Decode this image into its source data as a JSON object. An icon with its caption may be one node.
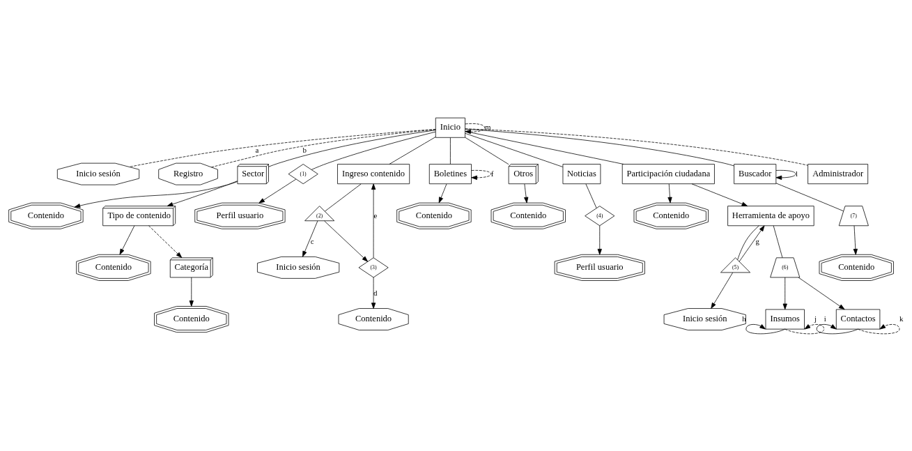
{
  "diagram": {
    "nodes": [
      {
        "text": [
          "Inicio"
        ]
      },
      {
        "text": [
          "Inicio sesión"
        ]
      },
      {
        "text": [
          "Registro"
        ]
      },
      {
        "text": [
          "Sector"
        ]
      },
      {
        "text": [
          "(1)"
        ]
      },
      {
        "text": [
          "Perfil usuario"
        ]
      },
      {
        "text": [
          "Ingreso contenido"
        ]
      },
      {
        "text": [
          "Boletines"
        ]
      },
      {
        "text": [
          "Otros"
        ]
      },
      {
        "text": [
          "Noticias"
        ]
      },
      {
        "text": [
          "Participación ciudadana"
        ]
      },
      {
        "text": [
          "Buscador"
        ]
      },
      {
        "text": [
          "Administrador"
        ]
      },
      {
        "text": [
          "Contenido"
        ]
      },
      {
        "text": [
          "Tipo de contenido"
        ]
      },
      {
        "text": [
          "(2)"
        ]
      },
      {
        "text": [
          "Inicio sesión"
        ]
      },
      {
        "text": [
          "(3)"
        ]
      },
      {
        "text": [
          "Contenido"
        ]
      },
      {
        "text": [
          "Contenido"
        ]
      },
      {
        "text": [
          "Contenido"
        ]
      },
      {
        "text": [
          "(4)"
        ]
      },
      {
        "text": [
          "Perfil usuario"
        ]
      },
      {
        "text": [
          "(7)"
        ]
      },
      {
        "text": [
          "Contenido"
        ]
      },
      {
        "text": [
          "Contenido"
        ]
      },
      {
        "text": [
          "Categoría"
        ]
      },
      {
        "text": [
          "Contenido"
        ]
      },
      {
        "text": [
          "Contenido"
        ]
      },
      {
        "text": [
          "Herramienta de apoyo"
        ]
      },
      {
        "text": [
          "(5)"
        ]
      },
      {
        "text": [
          "(6)"
        ]
      },
      {
        "text": [
          "Inicio sesión"
        ]
      },
      {
        "text": [
          "Insumos"
        ]
      },
      {
        "text": [
          "Contactos"
        ]
      }
    ],
    "edges": [
      {
        "from": 0,
        "to": 0,
        "arrow": "to",
        "style": "dashed",
        "label": "m"
      },
      {
        "from": 0,
        "to": 1,
        "arrow": "none",
        "style": "dashed",
        "label": "a"
      },
      {
        "from": 0,
        "to": 2,
        "arrow": "none",
        "style": "dashed",
        "label": "b"
      },
      {
        "from": 0,
        "to": 3,
        "arrow": "none"
      },
      {
        "from": 0,
        "to": 4,
        "arrow": "none"
      },
      {
        "from": 4,
        "to": 5,
        "arrow": "to"
      },
      {
        "from": 0,
        "to": 6,
        "arrow": "none"
      },
      {
        "from": 0,
        "to": 7,
        "arrow": "none"
      },
      {
        "from": 0,
        "to": 8,
        "arrow": "none"
      },
      {
        "from": 0,
        "to": 9,
        "arrow": "none"
      },
      {
        "from": 0,
        "to": 10,
        "arrow": "none"
      },
      {
        "from": 0,
        "to": 11,
        "arrow": "none"
      },
      {
        "from": 0,
        "to": 12,
        "arrow": "none",
        "style": "dashed"
      },
      {
        "from": 3,
        "to": 13,
        "arrow": "to"
      },
      {
        "from": 3,
        "to": 14,
        "arrow": "to"
      },
      {
        "from": 6,
        "to": 15,
        "arrow": "none"
      },
      {
        "from": 15,
        "to": 16,
        "arrow": "to",
        "label": "c"
      },
      {
        "from": 15,
        "to": 17,
        "arrow": "to"
      },
      {
        "from": 17,
        "to": 18,
        "arrow": "to",
        "label": "d"
      },
      {
        "from": 17,
        "to": 6,
        "arrow": "to",
        "label": "e"
      },
      {
        "from": 7,
        "to": 19,
        "arrow": "to"
      },
      {
        "from": 7,
        "to": 7,
        "arrow": "to",
        "style": "dashed",
        "label": "f"
      },
      {
        "from": 8,
        "to": 20,
        "arrow": "to"
      },
      {
        "from": 9,
        "to": 21,
        "arrow": "none"
      },
      {
        "from": 21,
        "to": 22,
        "arrow": "to"
      },
      {
        "from": 11,
        "to": 11,
        "arrow": "to",
        "label": "l"
      },
      {
        "from": 11,
        "to": 23,
        "arrow": "none"
      },
      {
        "from": 23,
        "to": 24,
        "arrow": "to"
      },
      {
        "from": 14,
        "to": 25,
        "arrow": "to"
      },
      {
        "from": 14,
        "to": 26,
        "arrow": "to",
        "style": "dashed"
      },
      {
        "from": 26,
        "to": 27,
        "arrow": "to"
      },
      {
        "from": 10,
        "to": 28,
        "arrow": "to"
      },
      {
        "from": 10,
        "to": 29,
        "arrow": "to"
      },
      {
        "from": 29,
        "to": 30,
        "arrow": "none"
      },
      {
        "from": 29,
        "to": 31,
        "arrow": "none"
      },
      {
        "from": 30,
        "to": 32,
        "arrow": "to"
      },
      {
        "from": 30,
        "to": 29,
        "arrow": "to",
        "label": "g"
      },
      {
        "from": 31,
        "to": 33,
        "arrow": "to"
      },
      {
        "from": 31,
        "to": 34,
        "arrow": "to"
      },
      {
        "from": 33,
        "to": 33,
        "arrow": "to",
        "label": "h"
      },
      {
        "from": 33,
        "to": 33,
        "arrow": "to",
        "style": "dashed",
        "label": "i"
      },
      {
        "from": 34,
        "to": 34,
        "arrow": "to",
        "label": "j"
      },
      {
        "from": 34,
        "to": 34,
        "arrow": "to",
        "style": "dashed",
        "label": "k"
      }
    ]
  }
}
